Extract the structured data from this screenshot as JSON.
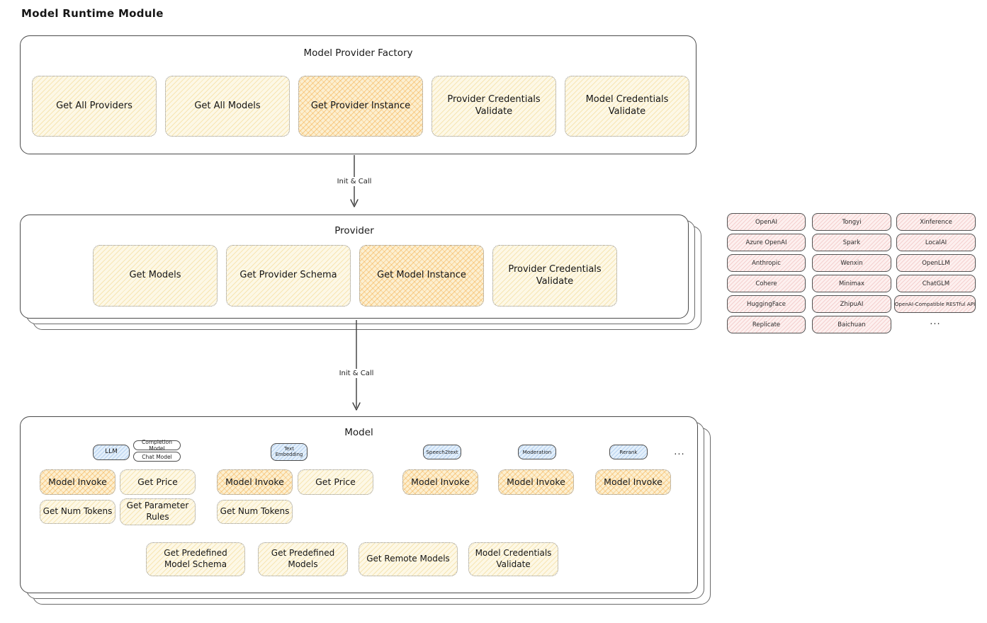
{
  "page_title": "Model Runtime Module",
  "factory": {
    "title": "Model Provider Factory",
    "items": [
      "Get All Providers",
      "Get All Models",
      "Get Provider Instance",
      "Provider Credentials Validate",
      "Model Credentials Validate"
    ]
  },
  "arrows": {
    "first_label": "Init & Call",
    "second_label": "Init & Call"
  },
  "provider": {
    "title": "Provider",
    "items": [
      "Get Models",
      "Get Provider Schema",
      "Get Model Instance",
      "Provider Credentials Validate"
    ]
  },
  "providers": {
    "col1": [
      "OpenAI",
      "Azure OpenAI",
      "Anthropic",
      "Cohere",
      "HuggingFace",
      "Replicate"
    ],
    "col2": [
      "Tongyi",
      "Spark",
      "Wenxin",
      "Minimax",
      "ZhipuAI",
      "Baichuan"
    ],
    "col3": [
      "Xinference",
      "LocalAI",
      "OpenLLM",
      "ChatGLM",
      "OpenAI-Compatible RESTful API"
    ],
    "more": "..."
  },
  "model": {
    "title": "Model",
    "tags": {
      "llm": "LLM",
      "completion_model": "Completion Model",
      "chat_model": "Chat Model",
      "text_embedding": "Text Embedding",
      "speech2text": "Speech2text",
      "moderation": "Moderation",
      "rerank": "Rerank",
      "more": "..."
    },
    "ops": {
      "model_invoke": "Model Invoke",
      "get_price": "Get Price",
      "get_num_tokens": "Get Num Tokens",
      "get_parameter_rules": "Get Parameter Rules"
    },
    "bottom": [
      "Get Predefined Model Schema",
      "Get Predefined Models",
      "Get Remote Models",
      "Model Credentials Validate"
    ]
  }
}
